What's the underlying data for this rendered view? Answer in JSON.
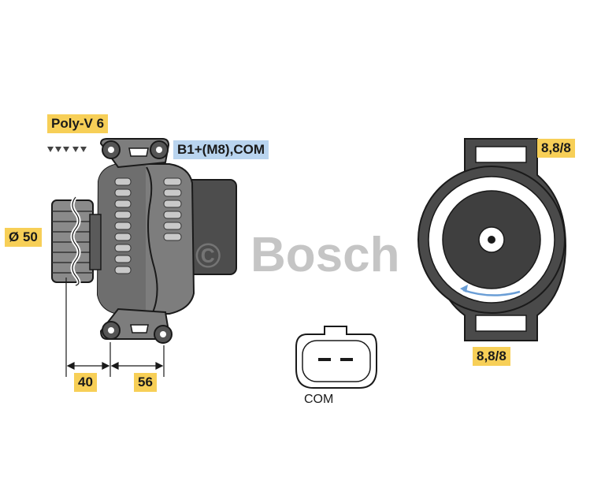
{
  "labels": {
    "belt": "Poly-V 6",
    "terminal": "B1+(M8),COM",
    "diameter": "Ø 50",
    "dim_left": "40",
    "dim_right": "56",
    "mount_top": "8,8/8",
    "mount_bottom": "8,8/8",
    "connector": "COM"
  },
  "watermark": {
    "symbol": "©",
    "brand": "Bosch"
  },
  "colors": {
    "label_yellow": "#f7cf57",
    "label_blue": "#b9d4ef",
    "body_dark": "#555555",
    "body_mid": "#7d7d7d",
    "outline": "#1a1a1a",
    "accent_blue": "#6a9ed6"
  }
}
